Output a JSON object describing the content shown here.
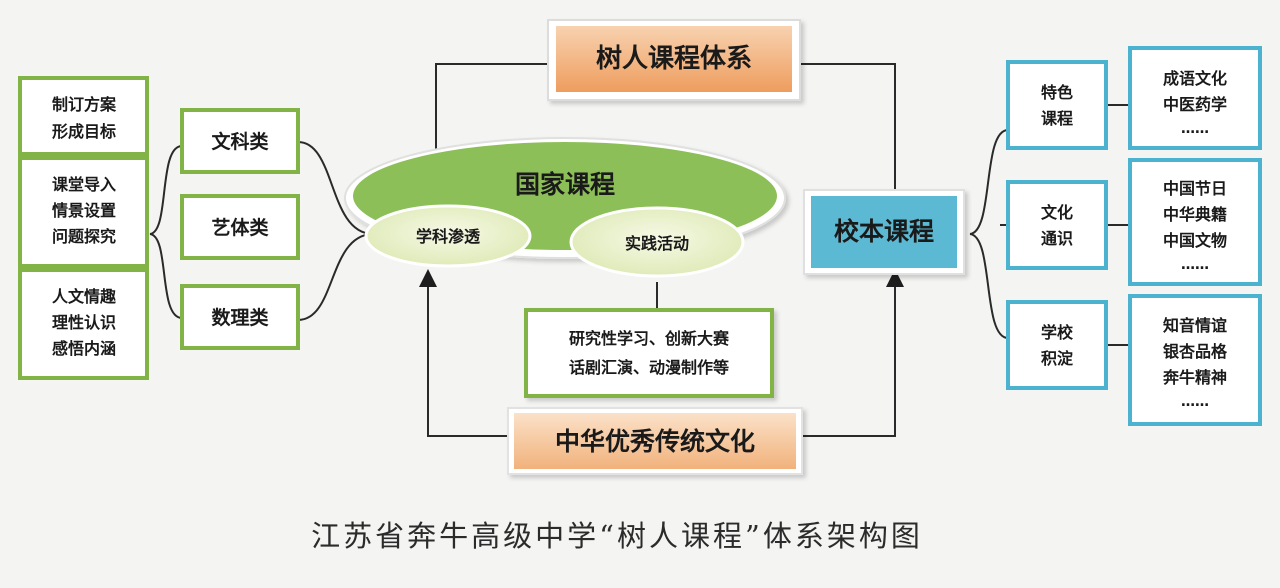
{
  "top_box": {
    "label": "树人课程体系"
  },
  "national": {
    "title": "国家课程",
    "left_oval": "学科渗透",
    "right_oval": "实践活动"
  },
  "school": {
    "label": "校本课程"
  },
  "bottom_box": {
    "label": "中华优秀传统文化"
  },
  "practice_box": {
    "lines": [
      "研究性学习、创新大赛",
      "话剧汇演、动漫制作等"
    ]
  },
  "left_column": [
    {
      "lines": [
        "制订方案",
        "形成目标"
      ]
    },
    {
      "lines": [
        "课堂导入",
        "情景设置",
        "问题探究"
      ]
    },
    {
      "lines": [
        "人文情趣",
        "理性认识",
        "感悟内涵"
      ]
    }
  ],
  "subjects": [
    {
      "label": "文科类"
    },
    {
      "label": "艺体类"
    },
    {
      "label": "数理类"
    }
  ],
  "school_categories": [
    {
      "lines": [
        "特色",
        "课程"
      ],
      "items": [
        "成语文化",
        "中医药学",
        "……"
      ]
    },
    {
      "lines": [
        "文化",
        "通识"
      ],
      "items": [
        "中国节日",
        "中华典籍",
        "中国文物",
        "……"
      ]
    },
    {
      "lines": [
        "学校",
        "积淀"
      ],
      "items": [
        "知音情谊",
        "银杏品格",
        "奔牛精神",
        "……"
      ]
    }
  ],
  "caption": "江苏省奔牛高级中学“树人课程”体系架构图",
  "colors": {
    "orange": "#f0a56a",
    "green_border": "#82b346",
    "green_fill": "#8cc05a",
    "oval_light": "#e9f2c9",
    "blue_border": "#4bb3d0",
    "blue_fill": "#5cb9d3",
    "line": "#2a2a2a"
  }
}
